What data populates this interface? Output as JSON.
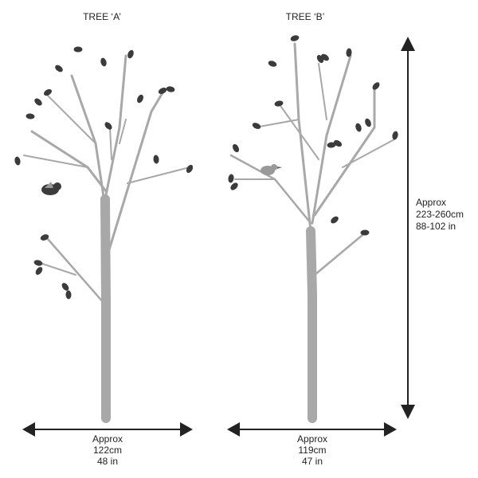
{
  "tree_a": {
    "title": "TREE ‘A’",
    "width_label": "Approx",
    "width_cm": "122cm",
    "width_in": "48 in"
  },
  "tree_b": {
    "title": "TREE ‘B’",
    "width_label": "Approx",
    "width_cm": "119cm",
    "width_in": "47 in"
  },
  "height": {
    "label": "Approx",
    "cm": "223-260cm",
    "in": "88-102 in"
  },
  "colors": {
    "branch": "#a8a8a8",
    "leaf": "#3b3b3b",
    "arrow": "#222222"
  }
}
